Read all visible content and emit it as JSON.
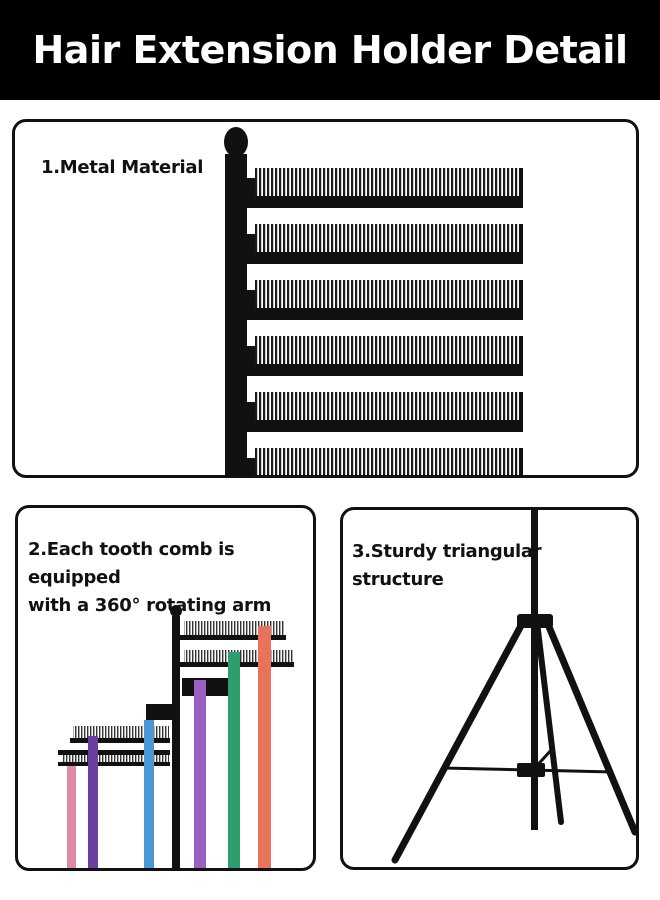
{
  "header": {
    "title": "Hair Extension Holder Detail"
  },
  "panels": [
    {
      "caption_lines": [
        "1.Metal Material"
      ]
    },
    {
      "caption_lines": [
        "2.Each tooth comb is equipped",
        "with a 360° rotating arm"
      ]
    },
    {
      "caption_lines": [
        "3.Sturdy triangular",
        "structure"
      ]
    }
  ],
  "colors": {
    "background": "#ffffff",
    "header_bg": "#000000",
    "header_text": "#ffffff",
    "metal": "#111111",
    "strand_pink": "#e08aa8",
    "strand_purple": "#6b3fa0",
    "strand_blue": "#4b97d4",
    "strand_violet": "#9b5fc4",
    "strand_green": "#2e9e6e",
    "strand_coral": "#e8735a"
  }
}
